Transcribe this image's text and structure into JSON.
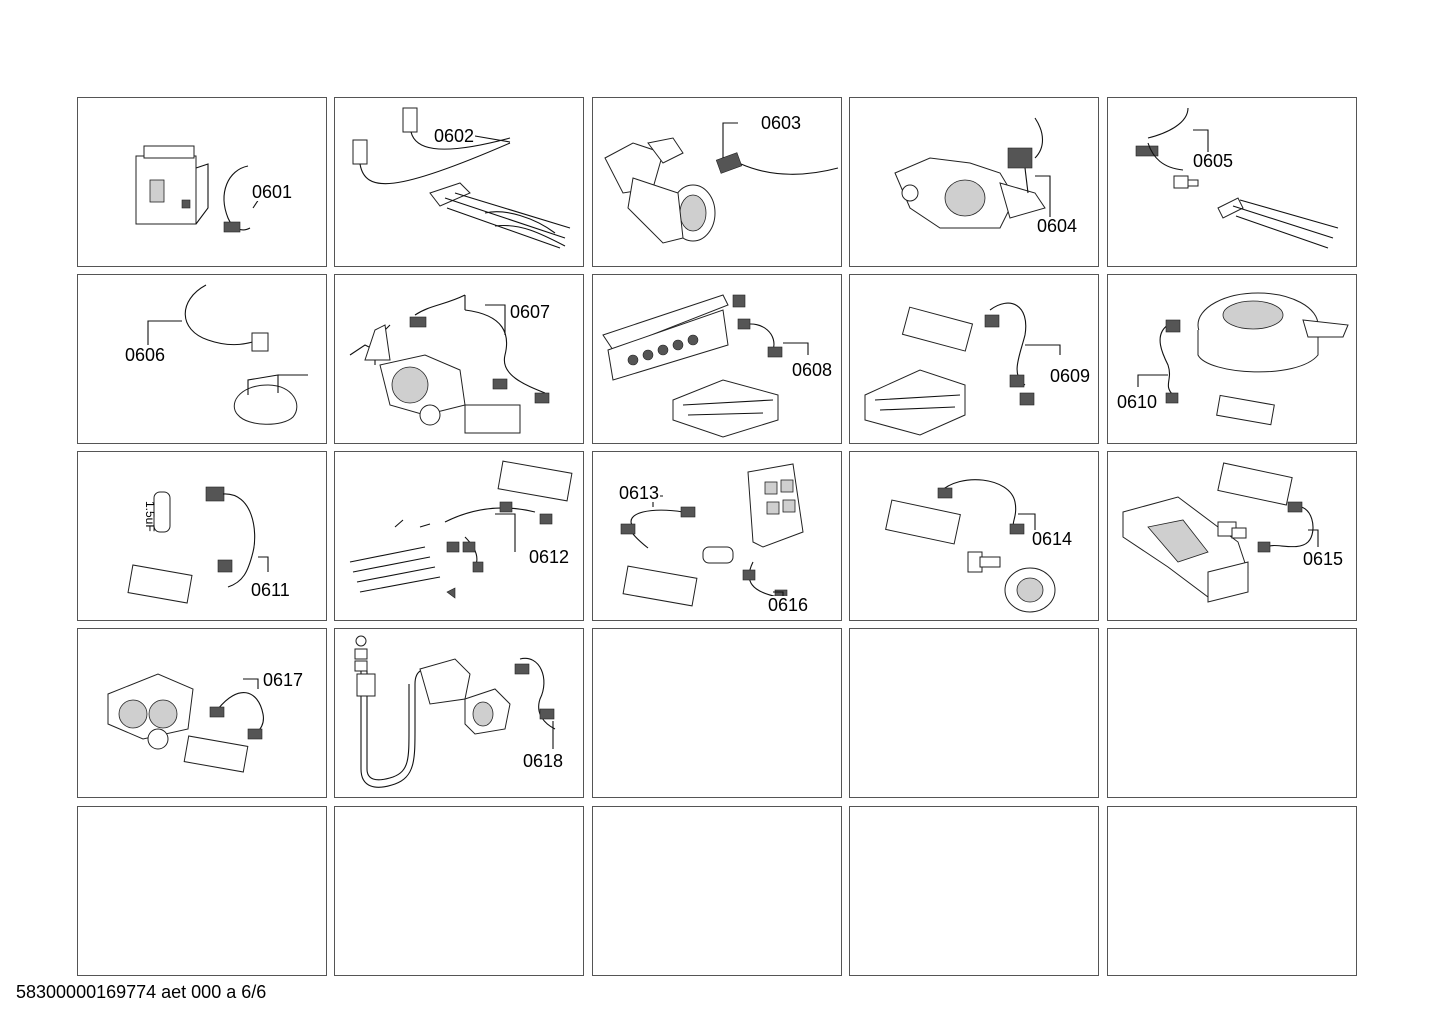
{
  "parts": [
    {
      "id": "cell-0601",
      "label": "0601"
    },
    {
      "id": "cell-0602",
      "label": "0602"
    },
    {
      "id": "cell-0603",
      "label": "0603"
    },
    {
      "id": "cell-0604",
      "label": "0604"
    },
    {
      "id": "cell-0605",
      "label": "0605"
    },
    {
      "id": "cell-0606",
      "label": "0606"
    },
    {
      "id": "cell-0607",
      "label": "0607"
    },
    {
      "id": "cell-0608",
      "label": "0608"
    },
    {
      "id": "cell-0609",
      "label": "0609"
    },
    {
      "id": "cell-0610",
      "label": "0610"
    },
    {
      "id": "cell-0611",
      "label": "0611",
      "extra": "1.5uF"
    },
    {
      "id": "cell-0612",
      "label": "0612"
    },
    {
      "id": "cell-0613",
      "label": "0613",
      "label2": "0616"
    },
    {
      "id": "cell-0614",
      "label": "0614"
    },
    {
      "id": "cell-0615",
      "label": "0615"
    },
    {
      "id": "cell-0617",
      "label": "0617"
    },
    {
      "id": "cell-0618",
      "label": "0618"
    }
  ],
  "footer": "58300000169774 aet 000 a 6/6"
}
